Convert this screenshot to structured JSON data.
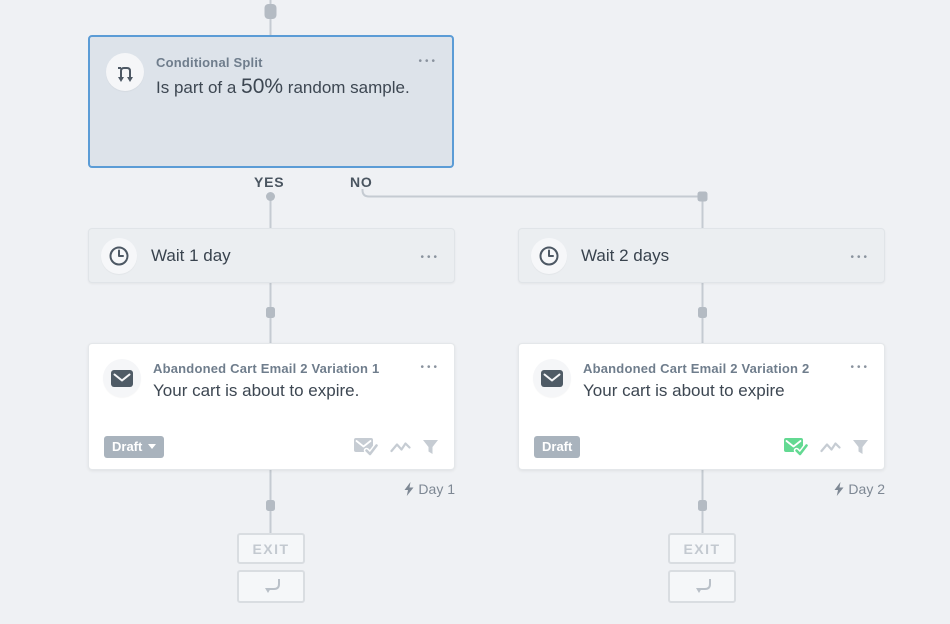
{
  "colors": {
    "accent-blue": "#5b9cd6",
    "selected-card-bg": "#dde3ea",
    "canvas-bg": "#eff1f4",
    "status-green": "#63d992",
    "draft-badge-bg": "#a9b3bd",
    "connector-gray": "#c5cbd2"
  },
  "split_card": {
    "title": "Conditional Split",
    "menu_label": "•••",
    "body_prefix": "Is part of a ",
    "body_highlight": "50%",
    "body_suffix": " random sample."
  },
  "branch_labels": {
    "yes": "YES",
    "no": "NO"
  },
  "left": {
    "wait": {
      "label": "Wait 1 day",
      "menu_label": "•••"
    },
    "email": {
      "title": "Abandoned Cart Email 2 Variation 1",
      "menu_label": "•••",
      "subject": "Your cart is about to expire.",
      "status": "Draft",
      "day": "Day 1"
    },
    "exit_label": "EXIT"
  },
  "right": {
    "wait": {
      "label": "Wait 2 days",
      "menu_label": "•••"
    },
    "email": {
      "title": "Abandoned Cart Email 2 Variation 2",
      "menu_label": "•••",
      "subject": "Your cart is about to expire",
      "status": "Draft",
      "day": "Day 2"
    },
    "exit_label": "EXIT"
  }
}
